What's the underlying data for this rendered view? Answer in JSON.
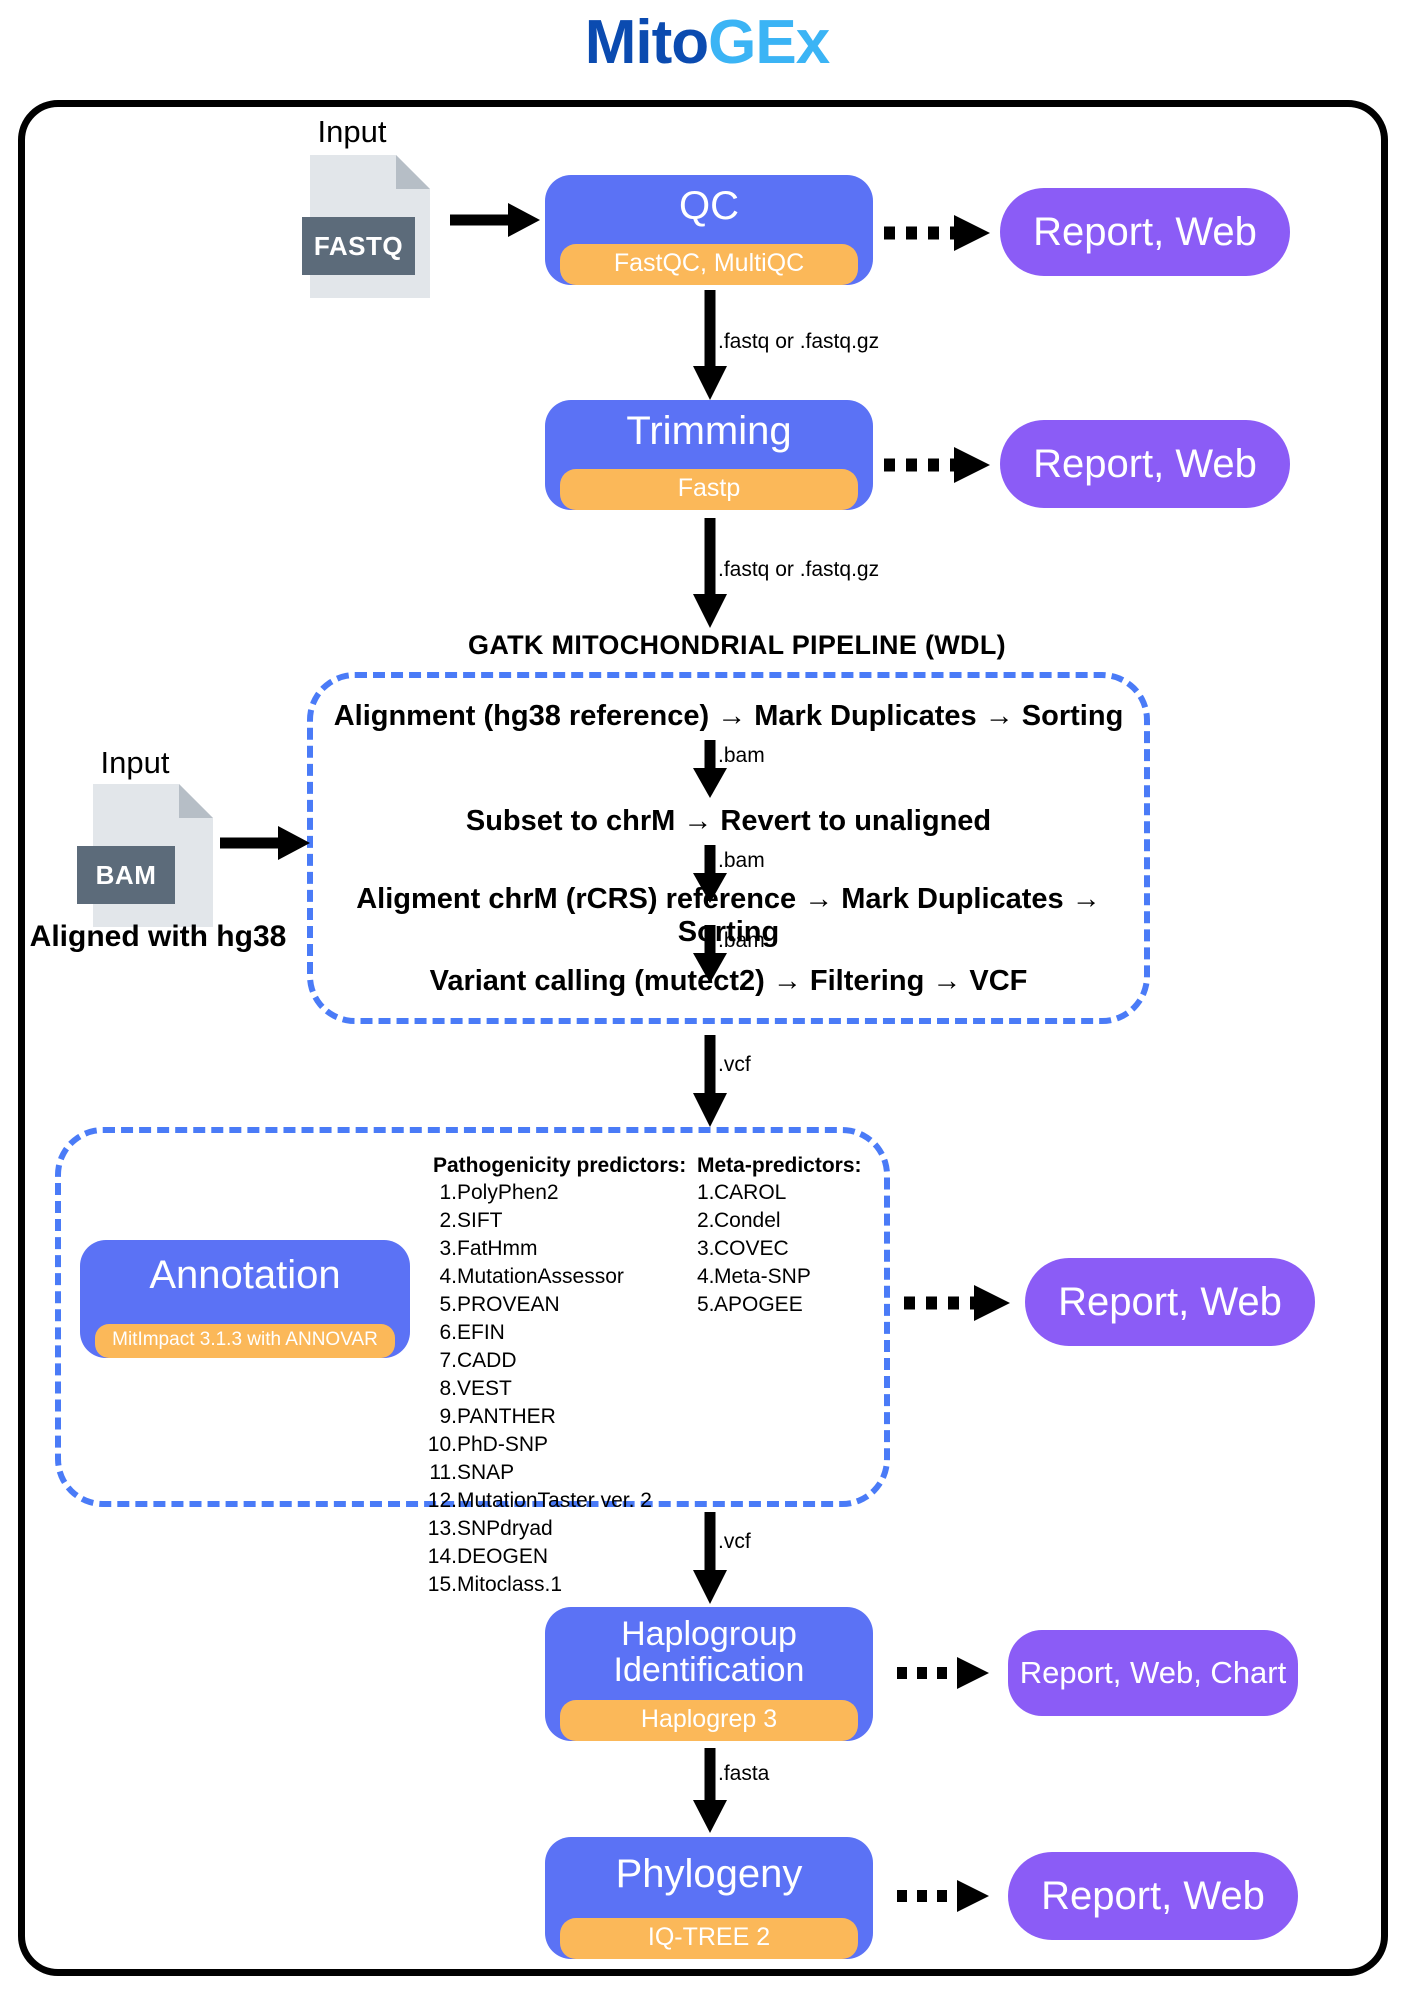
{
  "logo": {
    "part1": "Mito",
    "part2": "GEx",
    "color_dark": "#0B4BB0",
    "color_light": "#3BB4F5"
  },
  "colors": {
    "stage_blue": "#5B72F5",
    "tool_orange": "#FBB859",
    "report_purple": "#8B5CF6",
    "dashed_blue": "#4A7BF7",
    "file_tag": "#5C6B7A",
    "frame": "#000000"
  },
  "inputs": {
    "fastq": {
      "label": "Input",
      "type": "FASTQ"
    },
    "bam": {
      "label": "Input",
      "type": "BAM",
      "caption": "Aligned with hg38"
    }
  },
  "stages": {
    "qc": {
      "title": "QC",
      "tool": "FastQC, MultiQC",
      "output": "Report, Web"
    },
    "trimming": {
      "title": "Trimming",
      "tool": "Fastp",
      "output": "Report, Web"
    },
    "annotation": {
      "title": "Annotation",
      "tool": "MitImpact 3.1.3 with ANNOVAR",
      "output": "Report, Web"
    },
    "haplogroup": {
      "title_line1": "Haplogroup",
      "title_line2": "Identification",
      "tool": "Haplogrep 3",
      "output": "Report, Web, Chart"
    },
    "phylogeny": {
      "title": "Phylogeny",
      "tool": "IQ-TREE 2",
      "output": "Report, Web"
    }
  },
  "gatk": {
    "section_title": "GATK MITOCHONDRIAL PIPELINE (WDL)",
    "steps": [
      "Alignment (hg38 reference) → Mark Duplicates → Sorting",
      "Subset to chrM → Revert to unaligned",
      "Aligment chrM (rCRS) reference → Mark Duplicates → Sorting",
      "Variant calling (mutect2) → Filtering → VCF"
    ],
    "inner_arrow_labels": [
      ".bam",
      ".bam",
      ".bam"
    ]
  },
  "flow_labels": {
    "qc_to_trimming": ".fastq or .fastq.gz",
    "trimming_to_gatk": ".fastq or .fastq.gz",
    "gatk_to_annotation": ".vcf",
    "annotation_to_haplogroup": ".vcf",
    "haplogroup_to_phylogeny": ".fasta"
  },
  "predictors": {
    "pathogenicity_header": "Pathogenicity predictors:",
    "pathogenicity": [
      "PolyPhen2",
      "SIFT",
      "FatHmm",
      "MutationAssessor",
      "PROVEAN",
      "EFIN",
      "CADD",
      "VEST",
      "PANTHER",
      "PhD-SNP",
      "SNAP",
      "MutationTaster ver. 2",
      "SNPdryad",
      "DEOGEN",
      "Mitoclass.1"
    ],
    "meta_header": "Meta-predictors:",
    "meta": [
      "CAROL",
      "Condel",
      "COVEC",
      "Meta-SNP",
      "APOGEE"
    ]
  }
}
